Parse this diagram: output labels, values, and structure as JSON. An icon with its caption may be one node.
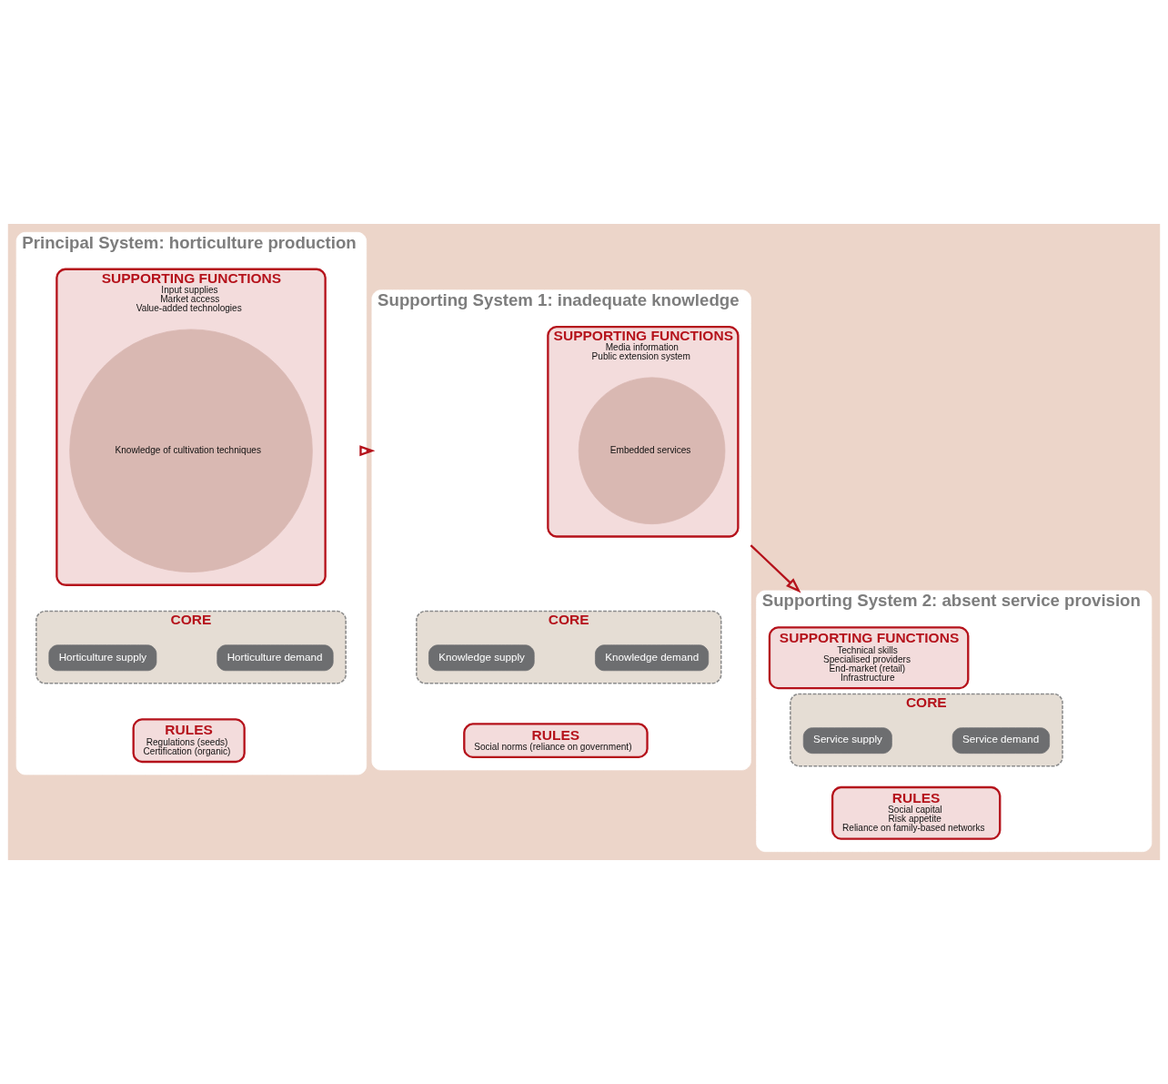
{
  "diagram": {
    "nodes": [
      {
        "text": [
          "Principal System: horticulture production"
        ]
      },
      {
        "text": [
          "SUPPORTING FUNCTIONS",
          "Input supplies",
          "Market access",
          "Value-added technologies"
        ],
        "in": 0
      },
      {
        "text": [
          "Knowledge of cultivation techniques"
        ],
        "in": 1
      },
      {
        "text": [
          "CORE"
        ],
        "in": 0
      },
      {
        "text": [
          "Horticulture supply"
        ],
        "in": 3
      },
      {
        "text": [
          "Horticulture demand"
        ],
        "in": 3
      },
      {
        "text": [
          "RULES",
          "Regulations (seeds)",
          "Certification (organic)"
        ],
        "in": 0
      },
      {
        "text": [
          "Supporting System 1: inadequate knowledge"
        ]
      },
      {
        "text": [
          "SUPPORTING FUNCTIONS",
          "Media information",
          "Public extension system"
        ],
        "in": 7
      },
      {
        "text": [
          "Embedded services"
        ],
        "in": 8
      },
      {
        "text": [
          "CORE"
        ],
        "in": 7
      },
      {
        "text": [
          "Knowledge supply"
        ],
        "in": 10
      },
      {
        "text": [
          "Knowledge demand"
        ],
        "in": 10
      },
      {
        "text": [
          "RULES",
          "Social norms (reliance on government)"
        ],
        "in": 7
      },
      {
        "text": [
          "Supporting System 2: absent service provision"
        ]
      },
      {
        "text": [
          "SUPPORTING FUNCTIONS",
          "Technical skills",
          "Specialised providers",
          "End-market (retail)",
          "Infrastructure"
        ],
        "in": 14
      },
      {
        "text": [
          "CORE"
        ],
        "in": 14
      },
      {
        "text": [
          "Service supply"
        ],
        "in": 16
      },
      {
        "text": [
          "Service demand"
        ],
        "in": 16
      },
      {
        "text": [
          "RULES",
          "Social capital",
          "Risk appetite",
          "Reliance on family-based networks"
        ],
        "in": 14
      }
    ],
    "edges": [
      {
        "from": 0,
        "to": 7,
        "arrow": "to"
      },
      {
        "from": 7,
        "to": 14,
        "arrow": "to"
      }
    ]
  }
}
